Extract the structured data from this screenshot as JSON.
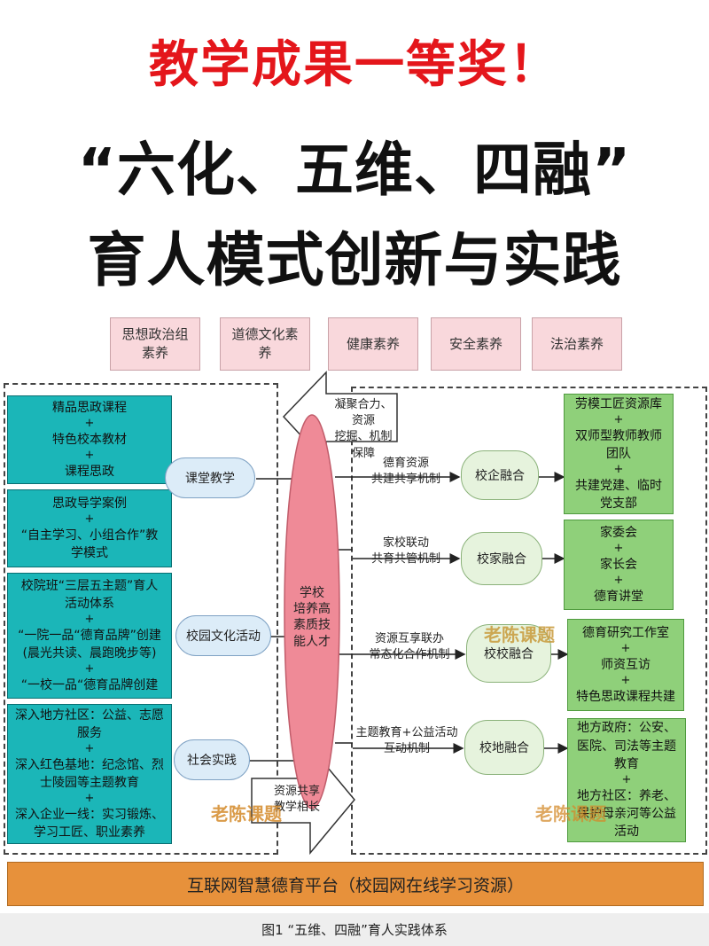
{
  "title": {
    "line1": "教学成果一等奖！",
    "line2": "“六化、五维、四融”",
    "line3": "育人模式创新与实践"
  },
  "top_boxes": [
    "思想政治组\n素养",
    "道德文化素\n养",
    "健康素养",
    "安全素养",
    "法治素养"
  ],
  "left_boxes": [
    [
      "精品思政课程",
      "+",
      "特色校本教材",
      "+",
      "课程思政"
    ],
    [
      "思政导学案例",
      "+",
      "“自主学习、小组合作”教",
      "学模式"
    ],
    [
      "校院班“三层五主题”育人",
      "活动体系",
      "+",
      "“一院一品“德育品牌”创建",
      "(晨光共读、晨跑晚步等)",
      "+",
      "“一校一品“德育品牌创建"
    ],
    [
      "深入地方社区：公益、志愿",
      "服务",
      "+",
      "深入红色基地：纪念馆、烈",
      "士陵园等主题教育",
      "+",
      "深入企业一线：实习锻炼、",
      "学习工匠、职业素养"
    ]
  ],
  "left_pills": [
    "课堂教学",
    "校园文化活动",
    "社会实践"
  ],
  "top_arrow_text": [
    "凝聚合力、资源",
    "挖掘、机制保障"
  ],
  "bottom_arrow_text": [
    "资源共享",
    "教学相长"
  ],
  "center_text": [
    "学校",
    "培养高",
    "素质技",
    "能人才"
  ],
  "mechanisms": [
    [
      "德育资源",
      "共建共享机制"
    ],
    [
      "家校联动",
      "共育共管机制"
    ],
    [
      "资源互享联办",
      "常态化合作机制"
    ],
    [
      "主题教育+公益活动",
      "互动机制"
    ]
  ],
  "right_pills": [
    "校企融合",
    "校家融合",
    "校校融合",
    "校地融合"
  ],
  "right_boxes": [
    [
      "劳模工匠资源库",
      "+",
      "双师型教师教师",
      "团队",
      "+",
      "共建党建、临时",
      "党支部"
    ],
    [
      "家委会",
      "+",
      "家长会",
      "+",
      "德育讲堂"
    ],
    [
      "德育研究工作室",
      "+",
      "师资互访",
      "+",
      "特色思政课程共建"
    ],
    [
      "地方政府：公安、",
      "医院、司法等主题",
      "教育",
      "+",
      "地方社区：养老、",
      "保护母亲河等公益",
      "活动"
    ]
  ],
  "watermarks": [
    "老陈课题",
    "老陈课题",
    "老陈课题"
  ],
  "platform": "互联网智慧德育平台（校园网在线学习资源）",
  "caption": "图1 “五维、四融”育人实践体系",
  "colors": {
    "title_red": "#e4161b",
    "teal": "#1bb6b8",
    "green": "#8fd07a",
    "pink": "#f9d8dc",
    "orange": "#e7913b"
  }
}
